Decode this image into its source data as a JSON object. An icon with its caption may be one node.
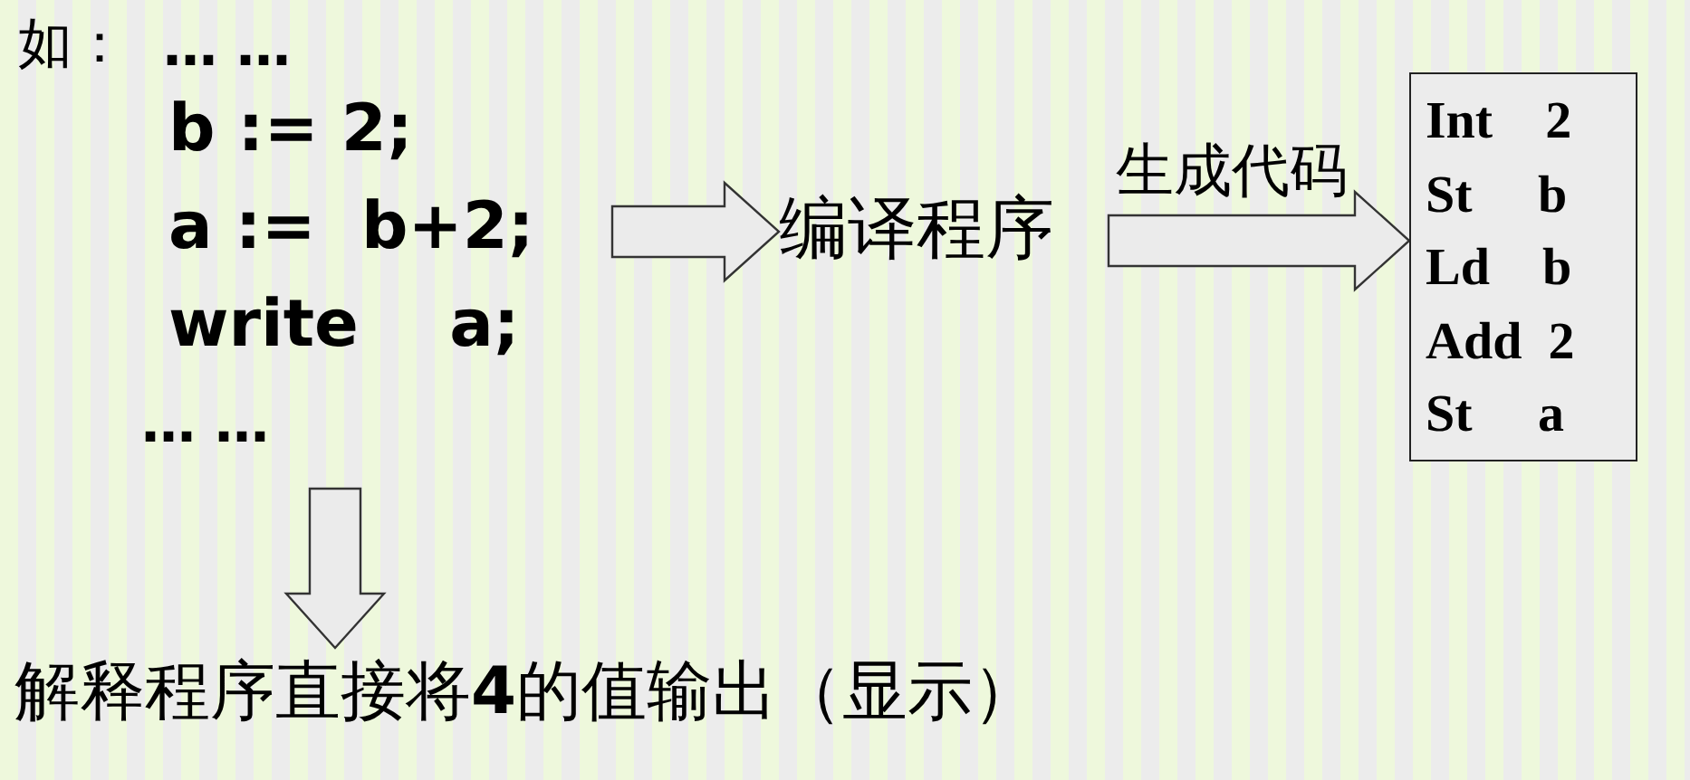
{
  "diagram": {
    "nodes": [
      {
        "text": [
          "如：",
          "… …",
          "b := 2;",
          "a :=  b+2;",
          "write    a;",
          "… …"
        ]
      },
      {
        "text": [
          "编译程序"
        ]
      },
      {
        "text": [
          "Int    2",
          "St     b",
          "Ld    b",
          "Add  2",
          "St     a"
        ]
      },
      {
        "text": [
          "解释程序直接将**4**的值输出（显示）"
        ]
      }
    ],
    "edges": [
      {
        "from": 0,
        "to": 1,
        "arrow": "to"
      },
      {
        "from": 1,
        "to": 2,
        "arrow": "to",
        "label": "生成代码"
      },
      {
        "from": 0,
        "to": 3,
        "arrow": "to"
      }
    ]
  }
}
